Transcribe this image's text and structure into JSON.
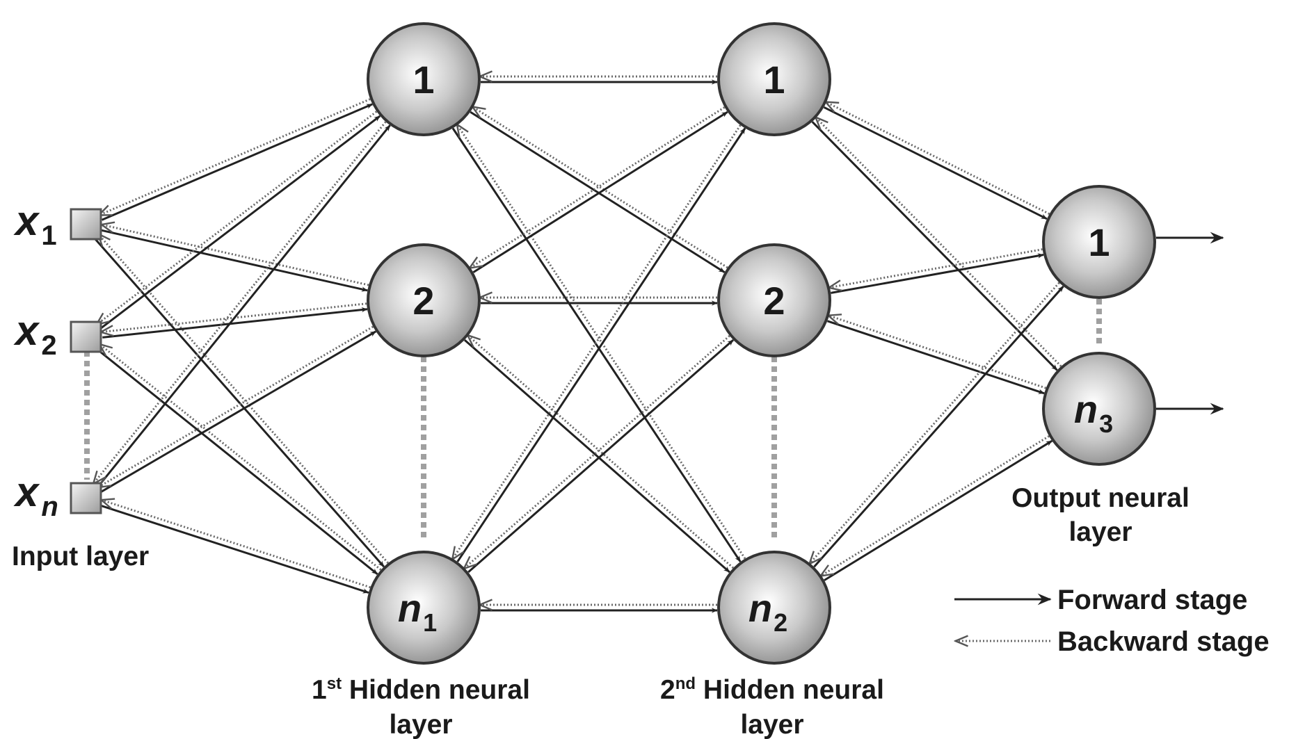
{
  "input_layer": {
    "caption": "Input layer",
    "inputs": [
      {
        "main": "x",
        "sub": "1"
      },
      {
        "main": "x",
        "sub": "2"
      },
      {
        "main": "x",
        "sub": "n"
      }
    ]
  },
  "hidden_layer_1": {
    "caption_prefix": "1",
    "caption_sup": "st",
    "caption_rest": " Hidden neural",
    "caption_line2": "layer",
    "nodes": [
      {
        "main": "1",
        "sub": ""
      },
      {
        "main": "2",
        "sub": ""
      },
      {
        "main": "n",
        "sub": "1"
      }
    ]
  },
  "hidden_layer_2": {
    "caption_prefix": "2",
    "caption_sup": "nd",
    "caption_rest": " Hidden neural",
    "caption_line2": "layer",
    "nodes": [
      {
        "main": "1",
        "sub": ""
      },
      {
        "main": "2",
        "sub": ""
      },
      {
        "main": "n",
        "sub": "2"
      }
    ]
  },
  "output_layer": {
    "caption_line1": "Output neural",
    "caption_line2": "layer",
    "nodes": [
      {
        "main": "1",
        "sub": ""
      },
      {
        "main": "n",
        "sub": "3"
      }
    ]
  },
  "legend": {
    "forward": "Forward stage",
    "backward": "Backward stage"
  },
  "colors": {
    "forward_line": "#222222",
    "backward_line": "#6a6a6a",
    "node_fill_light": "#ffffff",
    "node_fill_dark": "#8c8c8c",
    "node_stroke": "#333333"
  }
}
